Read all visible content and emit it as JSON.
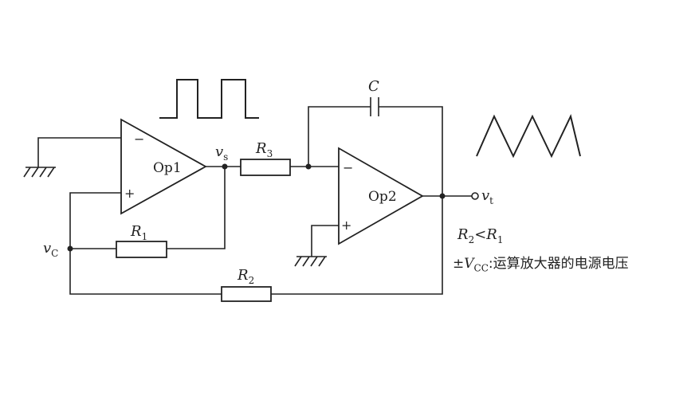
{
  "labels": {
    "op1": "Op1",
    "op2": "Op2",
    "r1": "R",
    "r1_sub": "1",
    "r2": "R",
    "r2_sub": "2",
    "r3": "R",
    "r3_sub": "3",
    "c": "C",
    "vs": "v",
    "vs_sub": "s",
    "vc": "v",
    "vc_sub": "C",
    "vt": "v",
    "vt_sub": "t",
    "minus": "−",
    "plus": "+"
  },
  "condition": {
    "r2": "R",
    "r2_sub": "2",
    "lt": "<",
    "r1": "R",
    "r1_sub": "1"
  },
  "note": {
    "pm": "±",
    "v": "V",
    "v_sub": "CC",
    "text": ":运算放大器的电源电压"
  }
}
